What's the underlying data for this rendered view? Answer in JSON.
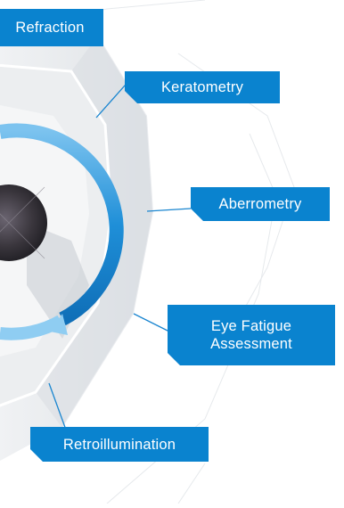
{
  "diagram": {
    "labels": {
      "refraction": "Refraction",
      "keratometry": "Keratometry",
      "aberrometry": "Aberrometry",
      "eye_fatigue": "Eye Fatigue\nAssessment",
      "retroillumination": "Retroillumination"
    },
    "colors": {
      "label_bg": "#0a83cf",
      "connector": "#1a86d0",
      "ring_light": "#e9ecef",
      "ring_dark": "#d5dade",
      "arc": "#1f8fd8",
      "pupil": "#3a3a40"
    }
  }
}
